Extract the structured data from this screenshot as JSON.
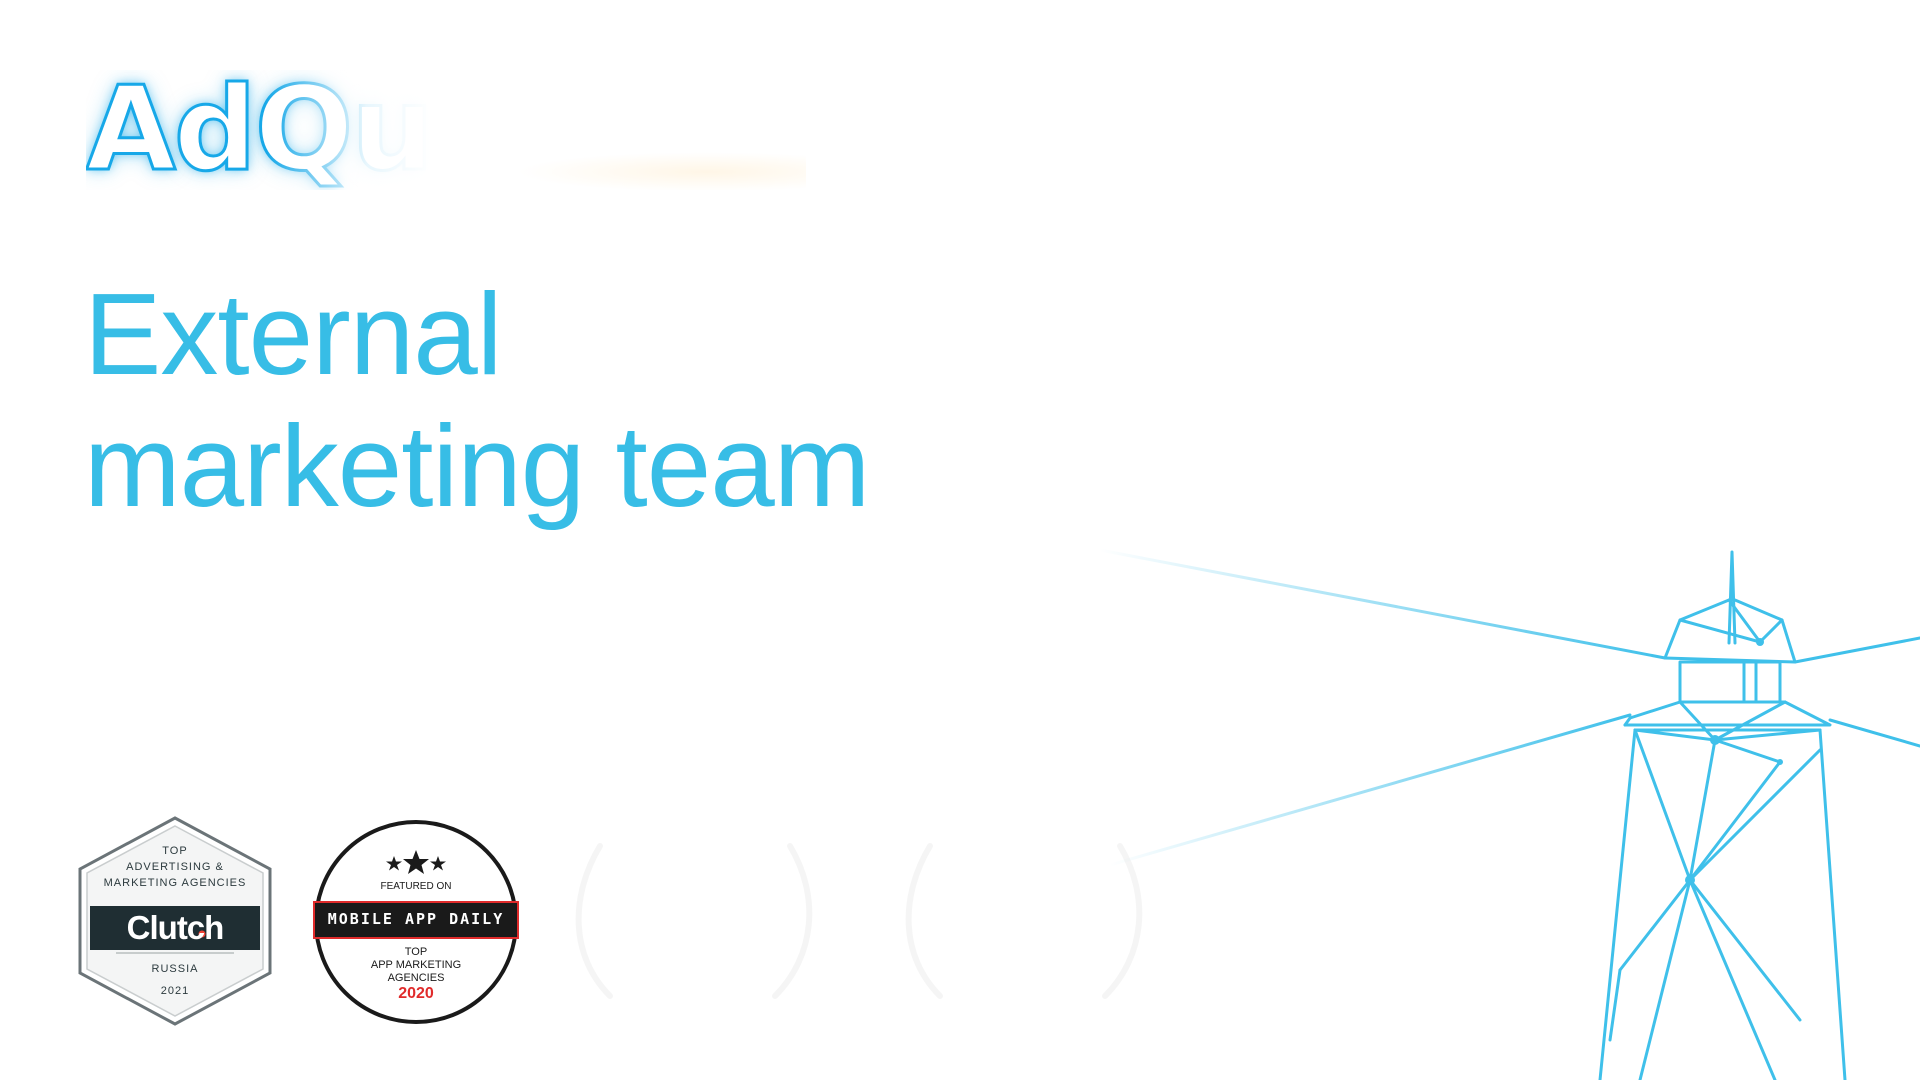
{
  "logo": {
    "text": "AdQuantum"
  },
  "headline": {
    "line1": "External",
    "line2": "marketing team"
  },
  "badges": {
    "clutch": {
      "top": "TOP",
      "line1": "ADVERTISING &",
      "line2": "MARKETING AGENCIES",
      "brand": "Clutch",
      "country": "RUSSIA",
      "year": "2021"
    },
    "mobile_app_daily": {
      "featured": "FEATURED ON",
      "brand": "MOBILE APP DAILY",
      "top": "TOP",
      "line1": "APP MARKETING",
      "line2": "AGENCIES",
      "year": "2020"
    }
  },
  "colors": {
    "accent": "#37bde6",
    "logo_outline": "#17a8e8",
    "lighthouse": "#3fc0ea",
    "clutch_dark": "#1f2e33",
    "mad_red": "#e02b2b"
  }
}
